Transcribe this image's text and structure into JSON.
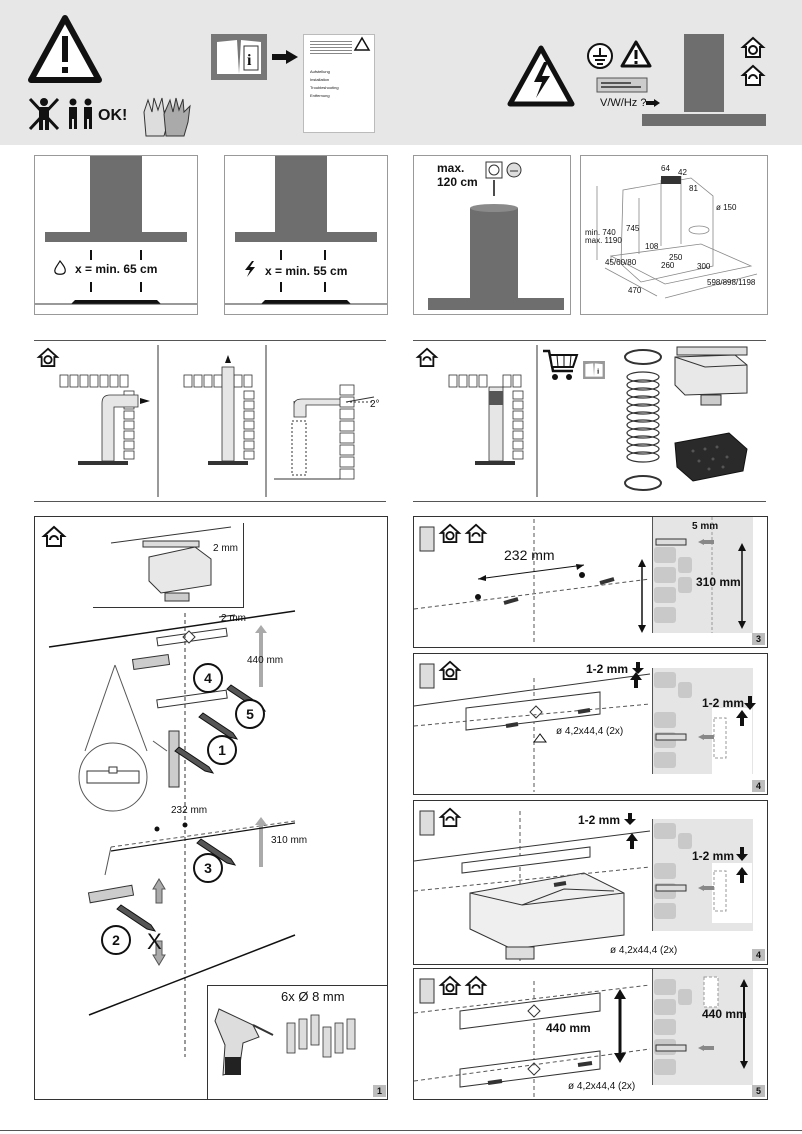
{
  "safety": {
    "ok_label": "OK!",
    "voltage_label": "V/W/Hz ?",
    "booklet_lines": [
      "Aufstellung",
      "Installation",
      "Troubleshooting",
      "Entfernung"
    ]
  },
  "clearance": {
    "gas_label": "x = min. 65 cm",
    "electric_label": "x = min. 55 cm",
    "max_label_line1": "max.",
    "max_label_line2": "120 cm"
  },
  "dimensions": {
    "d64": "64",
    "d42": "42",
    "d81": "81",
    "d150": "ø 150",
    "d745": "745",
    "min_max_line1": "min. 740",
    "min_max_line2": "max. 1190",
    "d108": "108",
    "d250": "250",
    "d260": "260",
    "d300": "300",
    "widths_depth": "45/60/80",
    "d470": "470",
    "widths": "598/898/1198"
  },
  "venting": {
    "angle": "2°"
  },
  "install1": {
    "d2mm_top": "2 mm",
    "d2mm": "2 mm",
    "d440": "440 mm",
    "d232": "232 mm",
    "d310": "310 mm",
    "step1": "1",
    "step2": "2",
    "step3": "3",
    "step4": "4",
    "step5": "5",
    "x_mark": "X",
    "drill_label": "6x Ø 8 mm",
    "page": "1"
  },
  "step3": {
    "d232": "232 mm",
    "d5": "5 mm",
    "d310": "310 mm",
    "page": "3"
  },
  "step4a": {
    "d12_top": "1-2 mm",
    "d12_side": "1-2 mm",
    "screws": "ø 4,2x44,4 (2x)",
    "page": "4"
  },
  "step4b": {
    "d12_top": "1-2 mm",
    "d12_side": "1-2 mm",
    "screws": "ø 4,2x44,4 (2x)",
    "page": "4"
  },
  "step5": {
    "d440": "440 mm",
    "d440_side": "440 mm",
    "screws": "ø 4,2x44,4 (2x)",
    "page": "5"
  },
  "colors": {
    "band": "#e7e7e7",
    "hood": "#6e6e6e",
    "badge": "#bdbdbd"
  }
}
